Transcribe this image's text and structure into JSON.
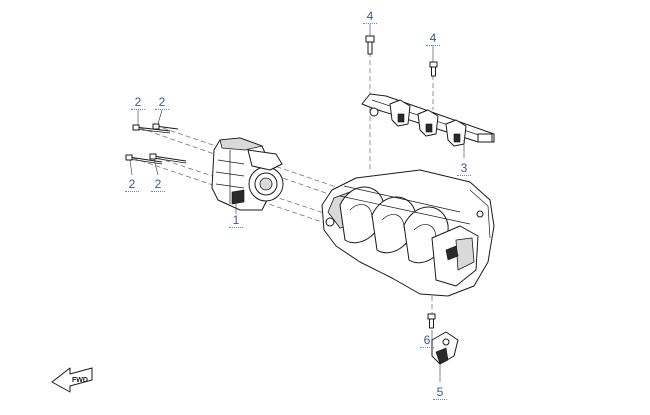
{
  "callouts": [
    {
      "id": "c1",
      "label": "1"
    },
    {
      "id": "c2a",
      "label": "2"
    },
    {
      "id": "c2b",
      "label": "2"
    },
    {
      "id": "c2c",
      "label": "2"
    },
    {
      "id": "c2d",
      "label": "2"
    },
    {
      "id": "c3",
      "label": "3"
    },
    {
      "id": "c4a",
      "label": "4"
    },
    {
      "id": "c4b",
      "label": "4"
    },
    {
      "id": "c5",
      "label": "5"
    },
    {
      "id": "c6",
      "label": "6"
    }
  ],
  "orientation_arrow": {
    "label": "FWD"
  },
  "colors": {
    "callout": "#3a5a8c",
    "line": "#1a1a1a"
  }
}
